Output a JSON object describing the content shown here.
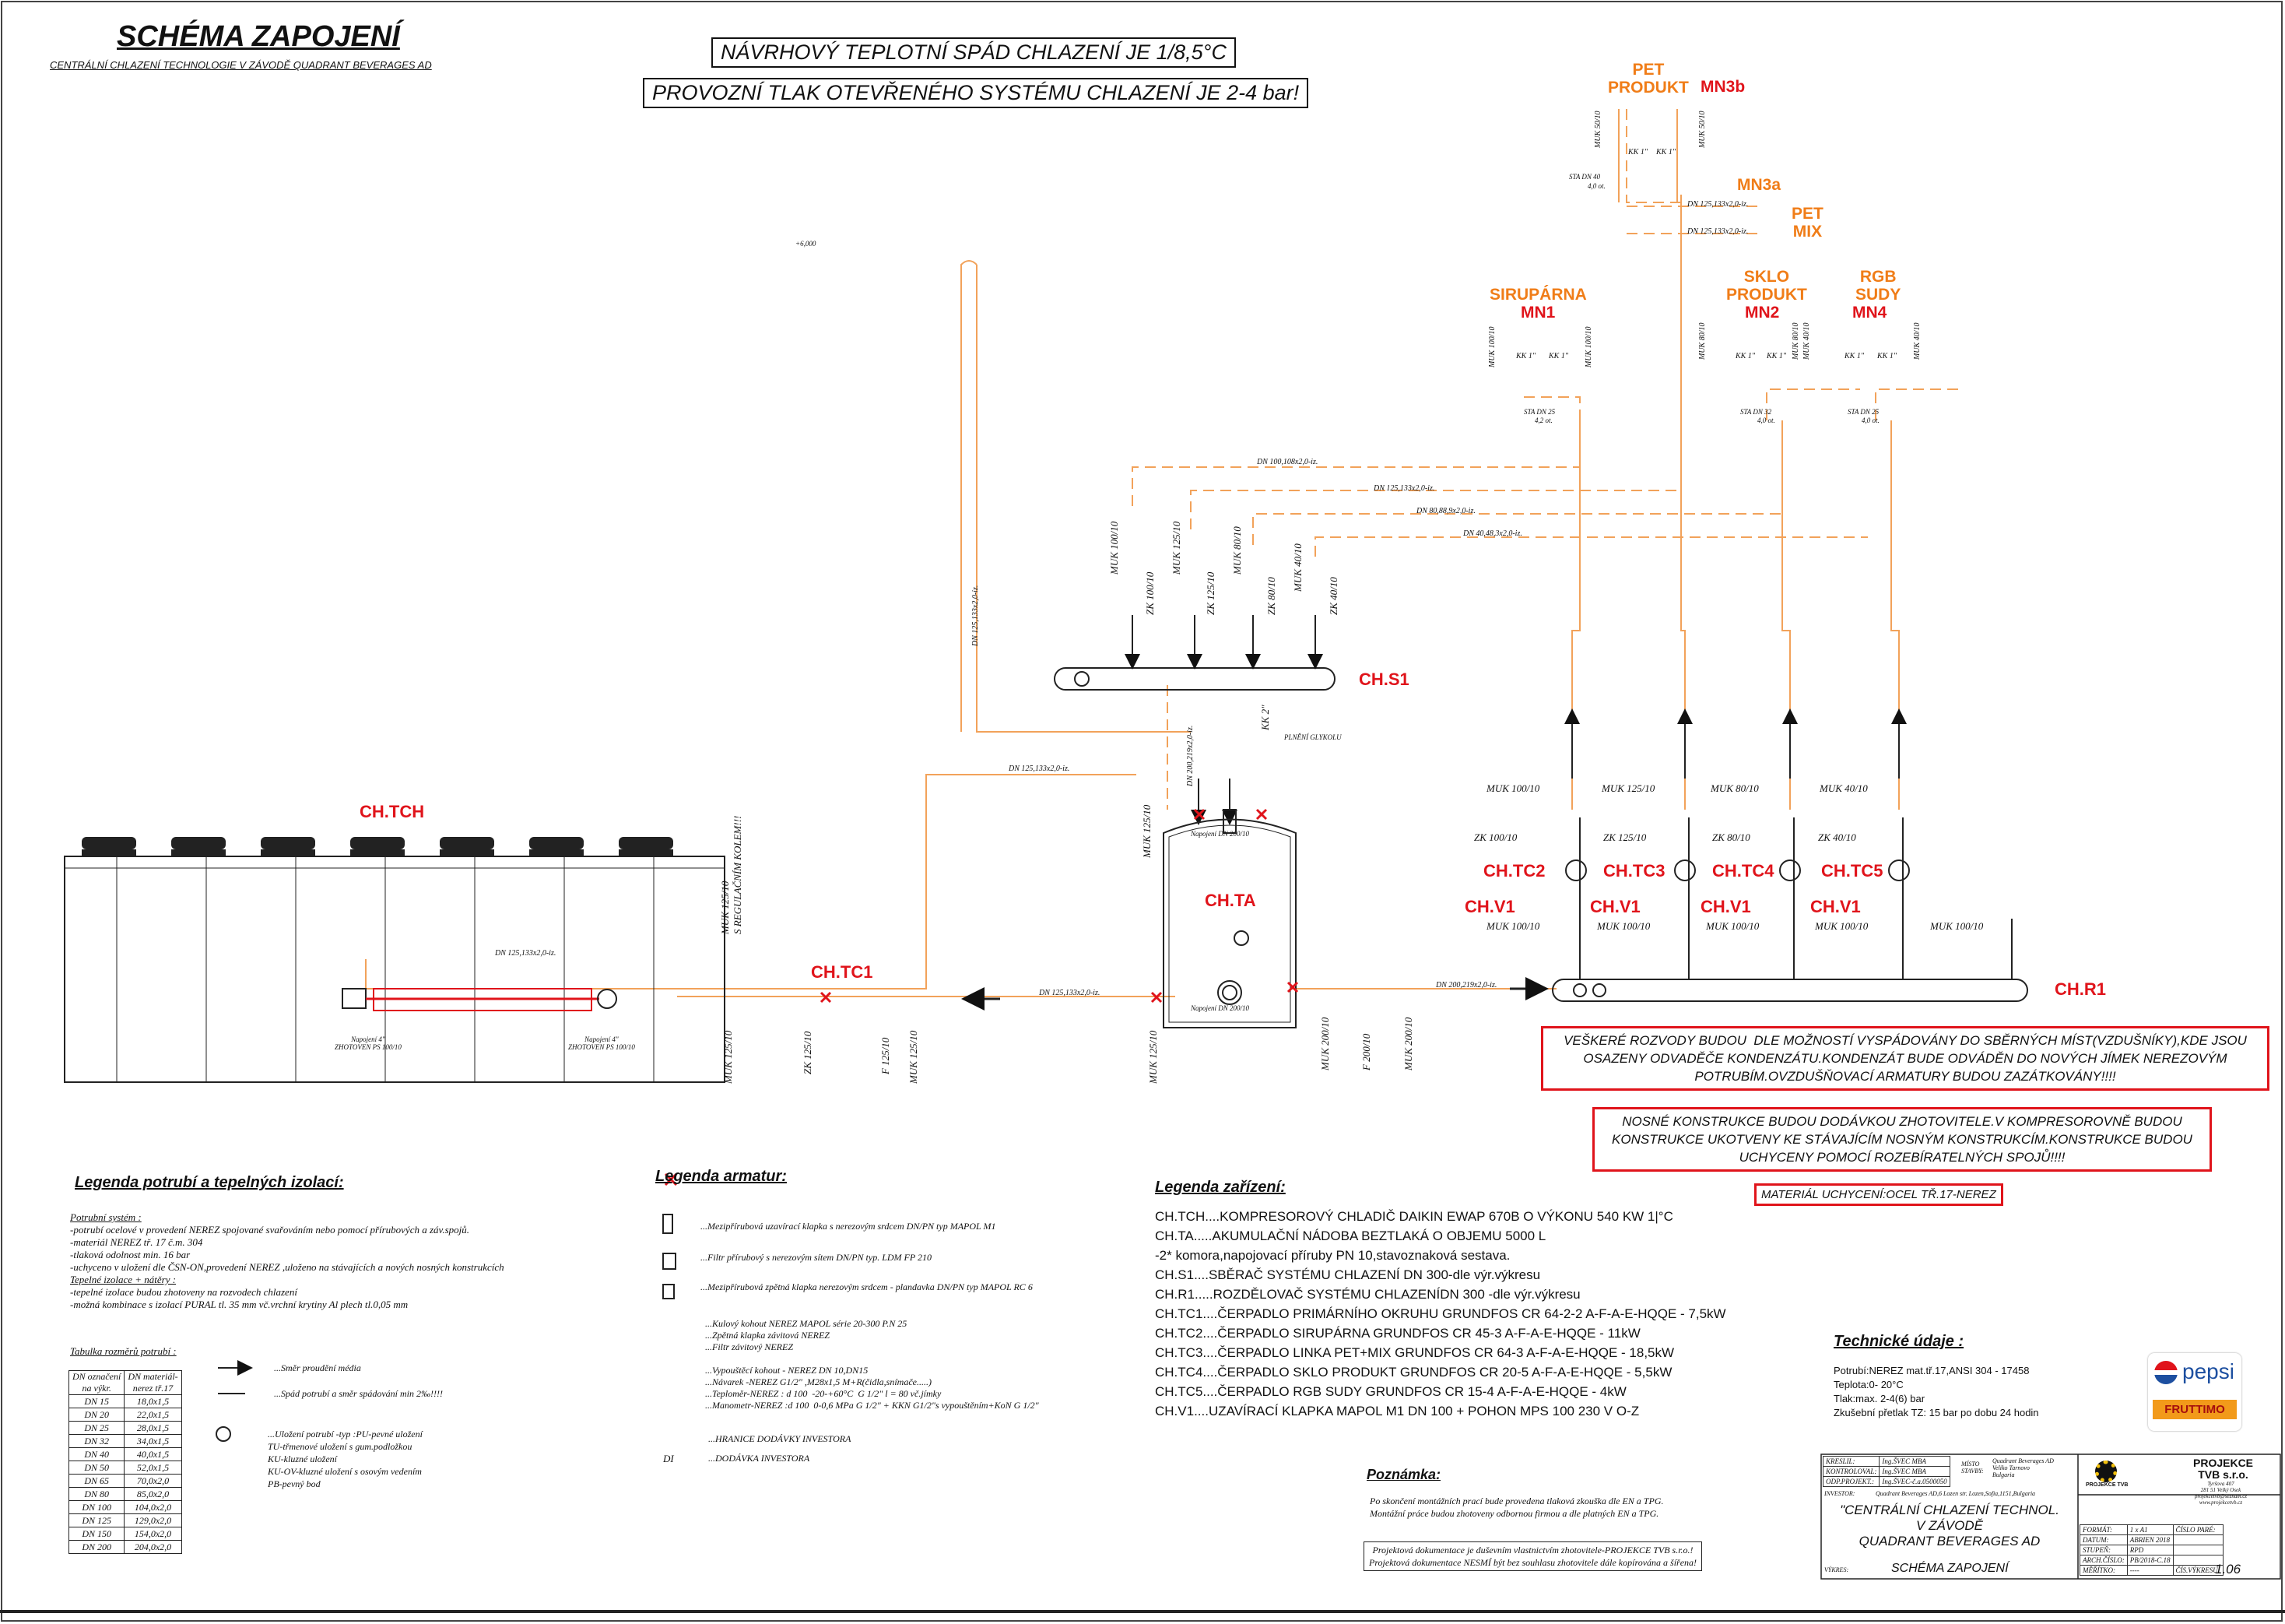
{
  "title": "SCHÉMA ZAPOJENÍ",
  "subtitle": "CENTRÁLNÍ CHLAZENÍ TECHNOLOGIE V ZÁVODĚ QUADRANT BEVERAGES AD",
  "header_box_1": "NÁVRHOVÝ TEPLOTNÍ SPÁD CHLAZENÍ JE 1/8,5°C",
  "header_box_2": "PROVOZNÍ TLAK OTEVŘENÉHO SYSTÉMU CHLAZENÍ JE 2-4 bar!",
  "elevation_mark": "+6,000",
  "consumers": {
    "pet_produkt": "PET\nPRODUKT",
    "mn3b": "MN3b",
    "mn3a": "MN3a",
    "pet_mix": "PET\nMIX",
    "sirupar": "SIRUPÁRNA",
    "mn1": "MN1",
    "sklo": "SKLO\nPRODUKT",
    "mn2": "MN2",
    "rgb": "RGB\nSUDY",
    "mn4": "MN4"
  },
  "equipment_labels": {
    "chtch": "CH.TCH",
    "chta": "CH.TA",
    "chs1": "CH.S1",
    "chr1": "CH.R1",
    "chtc1": "CH.TC1",
    "chtc2": "CH.TC2",
    "chtc3": "CH.TC3",
    "chtc4": "CH.TC4",
    "chtc5": "CH.TC5",
    "chv1": "CH.V1"
  },
  "pipe_labels": {
    "p1": "DN 100,108x2,0-iz.",
    "p2": "DN 125,133x2,0-iz.",
    "p3": "DN 80,88,9x2,0-iz.",
    "p4": "DN 40,48,3x2,0-iz.",
    "p5": "DN 125,133x2,0-iz.",
    "p6": "DN 125,133x2,0-iz.",
    "p7": "DN 125,133x2,0-iz.",
    "p8": "DN 125,133x2,0-iz.",
    "p9": "DN 200,219x2,0-iz.",
    "p10": "DN 200,219x2,0-iz.",
    "p11": "DN 125,133x2,0-iz.",
    "p12": "DN 125,133x2,0-iz."
  },
  "valve_labels": {
    "muk100": "MUK 100/10",
    "muk125": "MUK 125/10",
    "muk80": "MUK 80/10",
    "muk40": "MUK 40/10",
    "zk100": "ZK 100/10",
    "zk125": "ZK 125/10",
    "zk80": "ZK 80/10",
    "zk40": "ZK 40/10",
    "muk5010": "MUK 50/10",
    "kk1": "KK 1\"",
    "kk2": "KK 2\"",
    "sta40": "STA DN 40",
    "sta25": "STA DN 25",
    "sta32": "STA DN 32",
    "sta_ot1": "4,2 ot.",
    "sta_ot2": "4,0 ot.",
    "plneni": "PLNĚNÍ GLYKOLU",
    "muk200": "MUK 200/10",
    "f200": "F 200/10",
    "f125": "F 125/10",
    "zk125b": "ZK 125/10",
    "reg": "MUK 125/10\nS REGULAČNÍM KOLEM!!!",
    "napojeni": "Napojení 4\"\nZHOTOVEN PS 100/10",
    "nap200": "Napojení DN 200/10"
  },
  "red_notes": {
    "n1": "VEŠKERÉ ROZVODY BUDOU  DLE MOŽNOSTÍ VYSPÁDOVÁNY DO SBĚRNÝCH MÍST(VZDUŠNÍKY),KDE JSOU\nOSAZENY ODVADĚČE KONDENZÁTU.KONDENZÁT BUDE ODVÁDĚN DO NOVÝCH JÍMEK NEREZOVÝM\nPOTRUBÍM.OVZDUŠŇOVACÍ ARMATURY BUDOU ZAZÁTKOVÁNY!!!!",
    "n2": "NOSNÉ KONSTRUKCE BUDOU DODÁVKOU ZHOTOVITELE.V KOMPRESOROVNĚ BUDOU\nKONSTRUKCE UKOTVENY KE STÁVAJÍCÍM NOSNÝM KONSTRUKCÍM.KONSTRUKCE BUDOU\nUCHYCENY POMOCÍ ROZEBÍRATELNÝCH SPOJŮ!!!!",
    "n3": "MATERIÁL UCHYCENÍ:OCEL TŘ.17-NEREZ"
  },
  "legend_pipes": {
    "heading": "Legenda potrubí a tepelných izolací:",
    "lines": [
      "Potrubní systém :",
      " -potrubí ocelové v provedení NEREZ spojované svařováním nebo pomocí přírubových a záv.spojů.",
      " -materiál NEREZ tř. 17 č.m. 304",
      " -tlaková odolnost min. 16 bar",
      " -uchyceno v uložení dle ČSN-ON,provedení NEREZ ,uloženo na stávajících a nových nosných konstrukcích",
      "Tepelné izolace + nátěry :",
      " -tepelné izolace budou zhotoveny na rozvodech chlazení",
      " -možná kombinace s izolací PURAL  tl. 35 mm vč.vrchní krytiny Al plech tl.0,05 mm"
    ],
    "table_title": "Tabulka rozměrů potrubí  :",
    "table_headers": [
      "DN označení\nna výkr.",
      "DN materiál-\nnerez tř.17"
    ],
    "table_rows": [
      [
        "DN 15",
        "18,0x1,5"
      ],
      [
        "DN 20",
        "22,0x1,5"
      ],
      [
        "DN 25",
        "28,0x1,5"
      ],
      [
        "DN 32",
        "34,0x1,5"
      ],
      [
        "DN 40",
        "40,0x1,5"
      ],
      [
        "DN 50",
        "52,0x1,5"
      ],
      [
        "DN 65",
        "70,0x2,0"
      ],
      [
        "DN 80",
        "85,0x2,0"
      ],
      [
        "DN 100",
        "104,0x2,0"
      ],
      [
        "DN 125",
        "129,0x2,0"
      ],
      [
        "DN 150",
        "154,0x2,0"
      ],
      [
        "DN 200",
        "204,0x2,0"
      ]
    ],
    "sym1": "...Směr proudění média",
    "sym2": "...Spád potrubí a směr spádování min 2‰!!!!",
    "sym3": "...Uložení potrubí -typ :PU-pevné uložení\nTU-třmenové uložení s gum.podložkou\nKU-kluzné uložení\nKU-OV-kluzné uložení s osovým vedením\nPB-pevný bod"
  },
  "legend_fittings": {
    "heading": "Legenda armatur:",
    "items": [
      "...Mezipřírubová uzavírací klapka s nerezovým srdcem DN/PN typ MAPOL M1",
      "...Filtr přírubový s nerezovým sítem DN/PN typ. LDM FP 210",
      "...Mezipřírubová zpětná klapka nerezovým srdcem - plandavka DN/PN typ MAPOL RC 6",
      "...Kulový kohout NEREZ MAPOL série 20-300 P.N 25\n...Zpětná klapka závitová NEREZ\n...Filtr závitový NEREZ",
      "...Vypouštěcí kohout - NEREZ DN 10,DN15\n...Návarek -NEREZ G1/2\" ,M28x1,5 M+R(čidla,snímače.....)\n...Teploměr-NEREZ : d 100  -20-+60°C  G 1/2\" l = 80 vč.jímky\n...Manometr-NEREZ :d 100  0-0,6 MPa G 1/2\" + KKN G1/2\"s vypouštěním+KoN G 1/2\"",
      "...HRANICE DODÁVKY INVESTORA",
      "...DODÁVKA  INVESTORA"
    ],
    "di": "DI"
  },
  "legend_equipment": {
    "heading": "Legenda zařízení:",
    "lines": [
      "CH.TCH....KOMPRESOROVÝ CHLADIČ DAIKIN EWAP 670B O VÝKONU 540 KW 1|°C",
      "CH.TA.....AKUMULAČNÍ NÁDOBA BEZTLAKÁ O OBJEMU 5000 L",
      "-2* komora,napojovací příruby PN 10,stavoznaková sestava.",
      "CH.S1....SBĚRAČ SYSTÉMU CHLAZENÍ DN 300-dle výr.výkresu",
      "CH.R1.....ROZDĚLOVAČ SYSTÉMU CHLAZENÍDN 300 -dle výr.výkresu",
      "CH.TC1....ČERPADLO PRIMÁRNÍHO OKRUHU GRUNDFOS CR 64-2-2 A-F-A-E-HQQE - 7,5kW",
      "CH.TC2....ČERPADLO SIRUPÁRNA  GRUNDFOS CR 45-3 A-F-A-E-HQQE - 11kW",
      "CH.TC3....ČERPADLO LINKA PET+MIX  GRUNDFOS CR 64-3 A-F-A-E-HQQE - 18,5kW",
      "CH.TC4....ČERPADLO SKLO PRODUKT GRUNDFOS CR 20-5 A-F-A-E-HQQE - 5,5kW",
      "CH.TC5....ČERPADLO RGB SUDY GRUNDFOS CR 15-4 A-F-A-E-HQQE - 4kW",
      "CH.V1....UZAVÍRACÍ KLAPKA MAPOL M1 DN 100 + POHON MPS 100 230 V O-Z"
    ]
  },
  "tech": {
    "heading": "Technické údaje :",
    "lines": [
      "Potrubí:NEREZ mat.tř.17,ANSI 304 - 17458",
      "Teplota:0- 20°C",
      "Tlak:max. 2-4(6) bar",
      "Zkušební přetlak TZ: 15 bar po dobu 24 hodin"
    ]
  },
  "notes": {
    "heading": "Poznámka:",
    "lines": [
      "Po skončení montážních  prací bude provedena tlaková zkouška dle EN a TPG.",
      "Montážní práce budou zhotoveny odbornou firmou a dle  platných EN a TPG."
    ],
    "copyright": "Projektová dokumentace je duševním vlastnictvím zhotovitele-PROJEKCE TVB s.r.o.!\nProjektová dokumentace NESMÍ být bez souhlasu zhotovitele dále kopírována a šířena!"
  },
  "logos": {
    "pepsi": "pepsi",
    "fruttimo": "FRUTTIMO"
  },
  "title_block": {
    "kreslil": "KRESLIL:",
    "kreslil_v": "Ing.ŠVEC MBA",
    "kontroloval": "KONTROLOVAL:",
    "kontroloval_v": "Ing.ŠVEC MBA",
    "odp": "ODP.PROJEKT.:",
    "odp_v": "Ing.ŠVEC-č.a.0500050",
    "investor": "INVESTOR:",
    "investor_v": "Quadrant Beverages AD,6 Lozen str. Lozen,Sofia,1151,Bulgaria",
    "misto": "MÍSTO\nSTAVBY:",
    "misto_v": "Quadrant Beverages AD\nVeliko Tarnovo\nBulgaria",
    "project": "\"CENTRÁLNÍ CHLAZENÍ TECHNOL.\nV ZÁVODĚ\nQUADRANT BEVERAGES AD",
    "vykres": "VÝKRES:",
    "vykres_v": "SCHÉMA ZAPOJENÍ",
    "format": "FORMÁT:",
    "format_v": "1 x A1",
    "datum": "DATUM:",
    "datum_v": "ABRIEN 2018",
    "stupen": "STUPEŇ:",
    "stupen_v": "RPD",
    "arch": "ARCH.ČÍSLO:",
    "arch_v": "PB/2018-C.18",
    "meritko": "MĚŘÍTKO:",
    "meritko_v": "----",
    "cis": "ČÍS.VÝKRESU:",
    "cis_v": "1.06",
    "cislo_paré": "ČÍSLO PARÉ:",
    "firm": "PROJEKCE\nTVB s.r.o.",
    "firm_addr": "Tyršova 407\n281 51 Velký Osek\nprojekcetvb@seznam.cz\nwww.projekcetvb.cz",
    "logo_text": "PROJEKCE TVB"
  },
  "colors": {
    "red": "#e0141b",
    "orange": "#f07d18",
    "pipe": "#f2a25a"
  }
}
